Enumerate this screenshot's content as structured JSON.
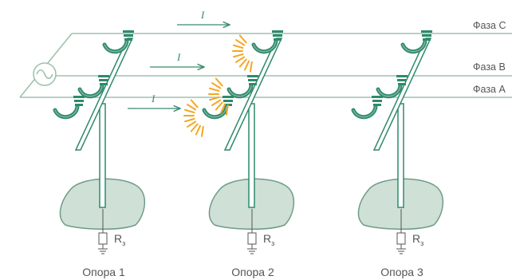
{
  "current_symbol": "I",
  "phases": [
    {
      "label": "Фаза C"
    },
    {
      "label": "Фаза B"
    },
    {
      "label": "Фаза A"
    }
  ],
  "supports": [
    {
      "label": "Опора 1",
      "resistor": "R",
      "resistor_sub": "з",
      "flashover": false
    },
    {
      "label": "Опора 2",
      "resistor": "R",
      "resistor_sub": "з",
      "flashover": true
    },
    {
      "label": "Опора 3",
      "resistor": "R",
      "resistor_sub": "з",
      "flashover": false
    }
  ],
  "colors": {
    "wire": "#9fc2ad",
    "insulator": "#2e8a6c",
    "ground": "#cfe0d6",
    "arc": "#f5a623",
    "text": "#555555"
  },
  "icons": [
    "ac-source-icon",
    "current-arrow-icon",
    "insulator-icon",
    "ground-resistor-icon"
  ]
}
